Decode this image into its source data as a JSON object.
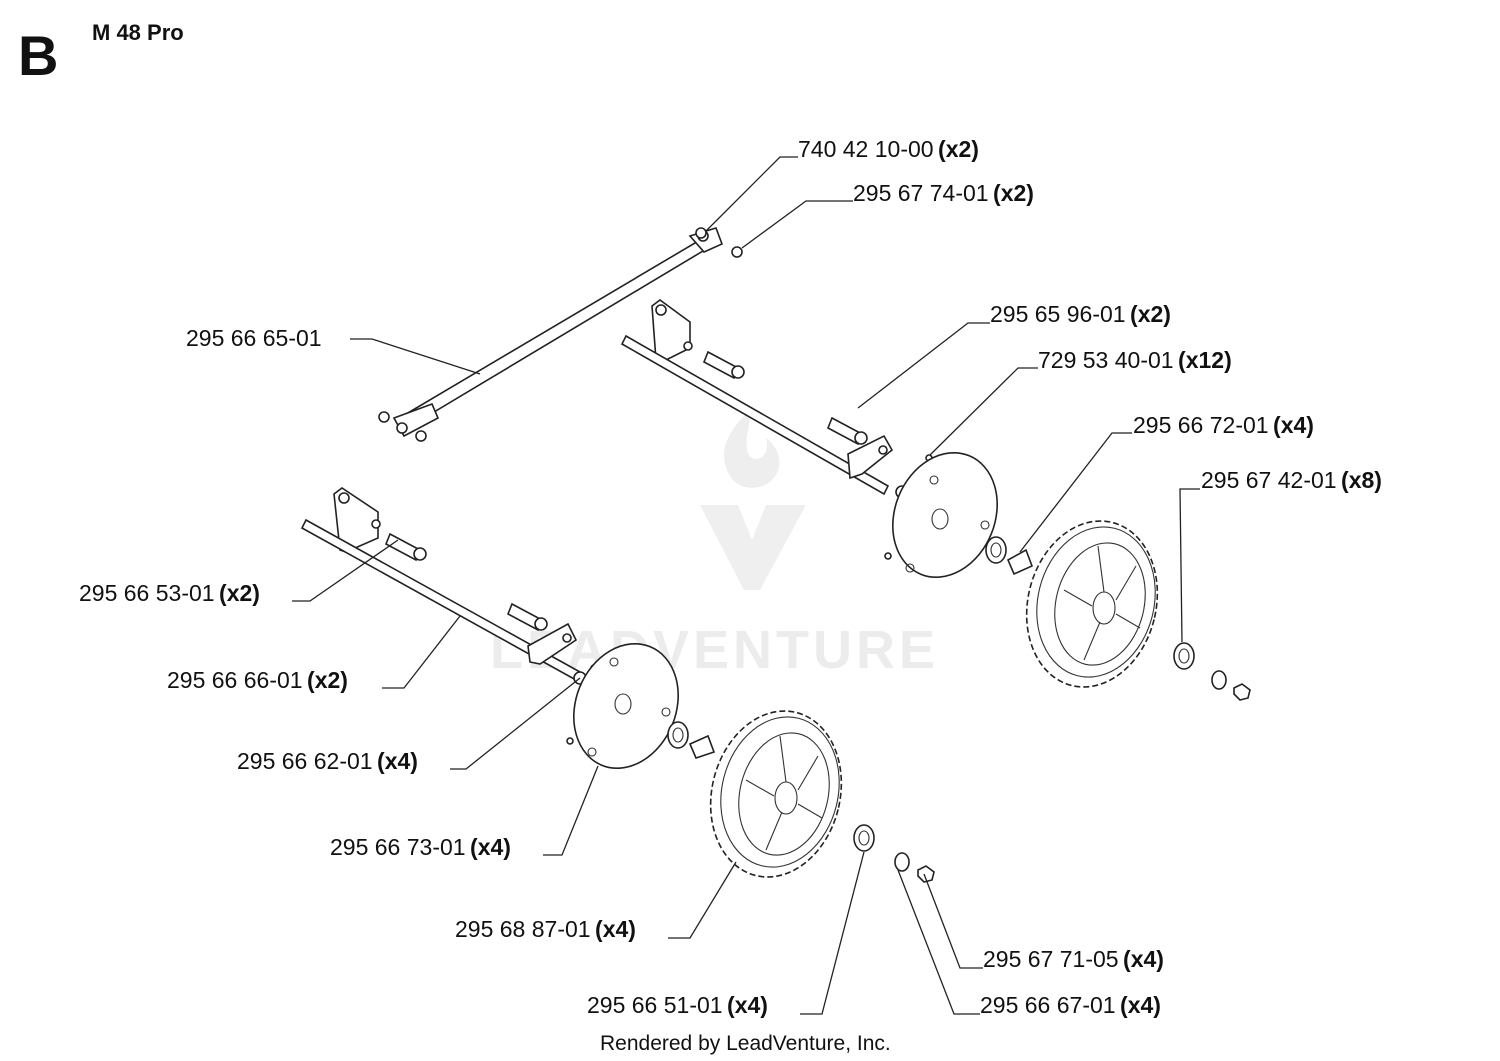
{
  "header": {
    "section": "B",
    "model": "M 48 Pro"
  },
  "watermark": {
    "text": "LEADVENTURE",
    "color": "#ececec"
  },
  "footer": {
    "text": "Rendered by LeadVenture, Inc."
  },
  "callouts": [
    {
      "id": "c1",
      "part": "740 42 10-00",
      "qty": "(x2)"
    },
    {
      "id": "c2",
      "part": "295 67 74-01",
      "qty": "(x2)"
    },
    {
      "id": "c3",
      "part": "295 66 65-01",
      "qty": ""
    },
    {
      "id": "c4",
      "part": "295 65 96-01",
      "qty": "(x2)"
    },
    {
      "id": "c5",
      "part": "729 53 40-01",
      "qty": "(x12)"
    },
    {
      "id": "c6",
      "part": "295 66 72-01",
      "qty": "(x4)"
    },
    {
      "id": "c7",
      "part": "295 67 42-01",
      "qty": "(x8)"
    },
    {
      "id": "c8",
      "part": "295 66 53-01",
      "qty": "(x2)"
    },
    {
      "id": "c9",
      "part": "295 66 66-01",
      "qty": "(x2)"
    },
    {
      "id": "c10",
      "part": "295 66 62-01",
      "qty": "(x4)"
    },
    {
      "id": "c11",
      "part": "295 66 73-01",
      "qty": "(x4)"
    },
    {
      "id": "c12",
      "part": "295 68 87-01",
      "qty": "(x4)"
    },
    {
      "id": "c13",
      "part": "295 67 71-05",
      "qty": "(x4)"
    },
    {
      "id": "c14",
      "part": "295 66 51-01",
      "qty": "(x4)"
    },
    {
      "id": "c15",
      "part": "295 66 67-01",
      "qty": "(x4)"
    }
  ]
}
